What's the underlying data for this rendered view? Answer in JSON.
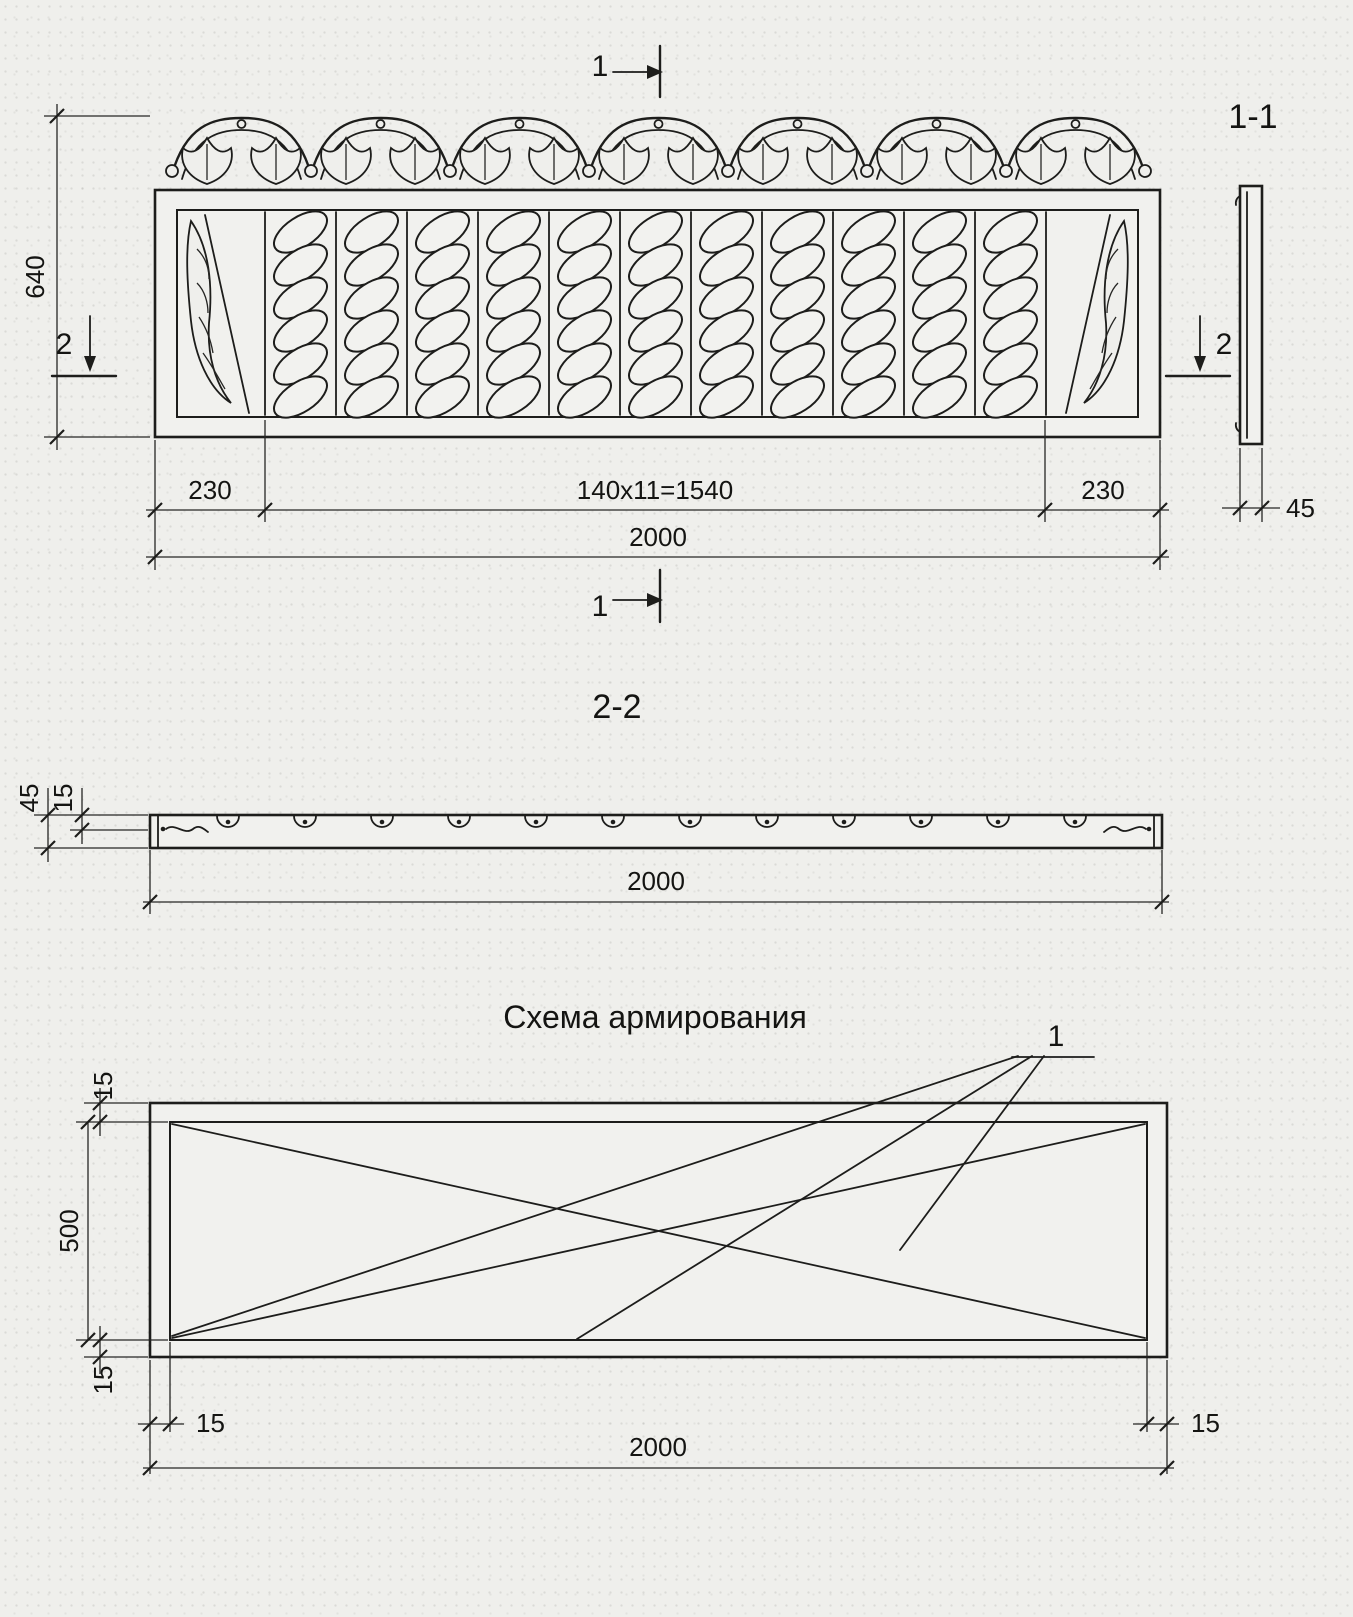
{
  "elevation": {
    "cut_top": "1",
    "cut_bottom": "1",
    "cut_left": "2",
    "cut_right": "2",
    "dim_height": "640",
    "dim_left": "230",
    "dim_module": "140x11=1540",
    "dim_right": "230",
    "dim_total": "2000",
    "section_label": "1-1",
    "section_thickness": "45"
  },
  "section2": {
    "label": "2-2",
    "dim_thickness": "45",
    "dim_layer": "15",
    "dim_total": "2000"
  },
  "rebar": {
    "title": "Схема армирования",
    "callout": "1",
    "dim_top": "15",
    "dim_height": "500",
    "dim_bottom": "15",
    "dim_left": "15",
    "dim_right": "15",
    "dim_total": "2000"
  }
}
